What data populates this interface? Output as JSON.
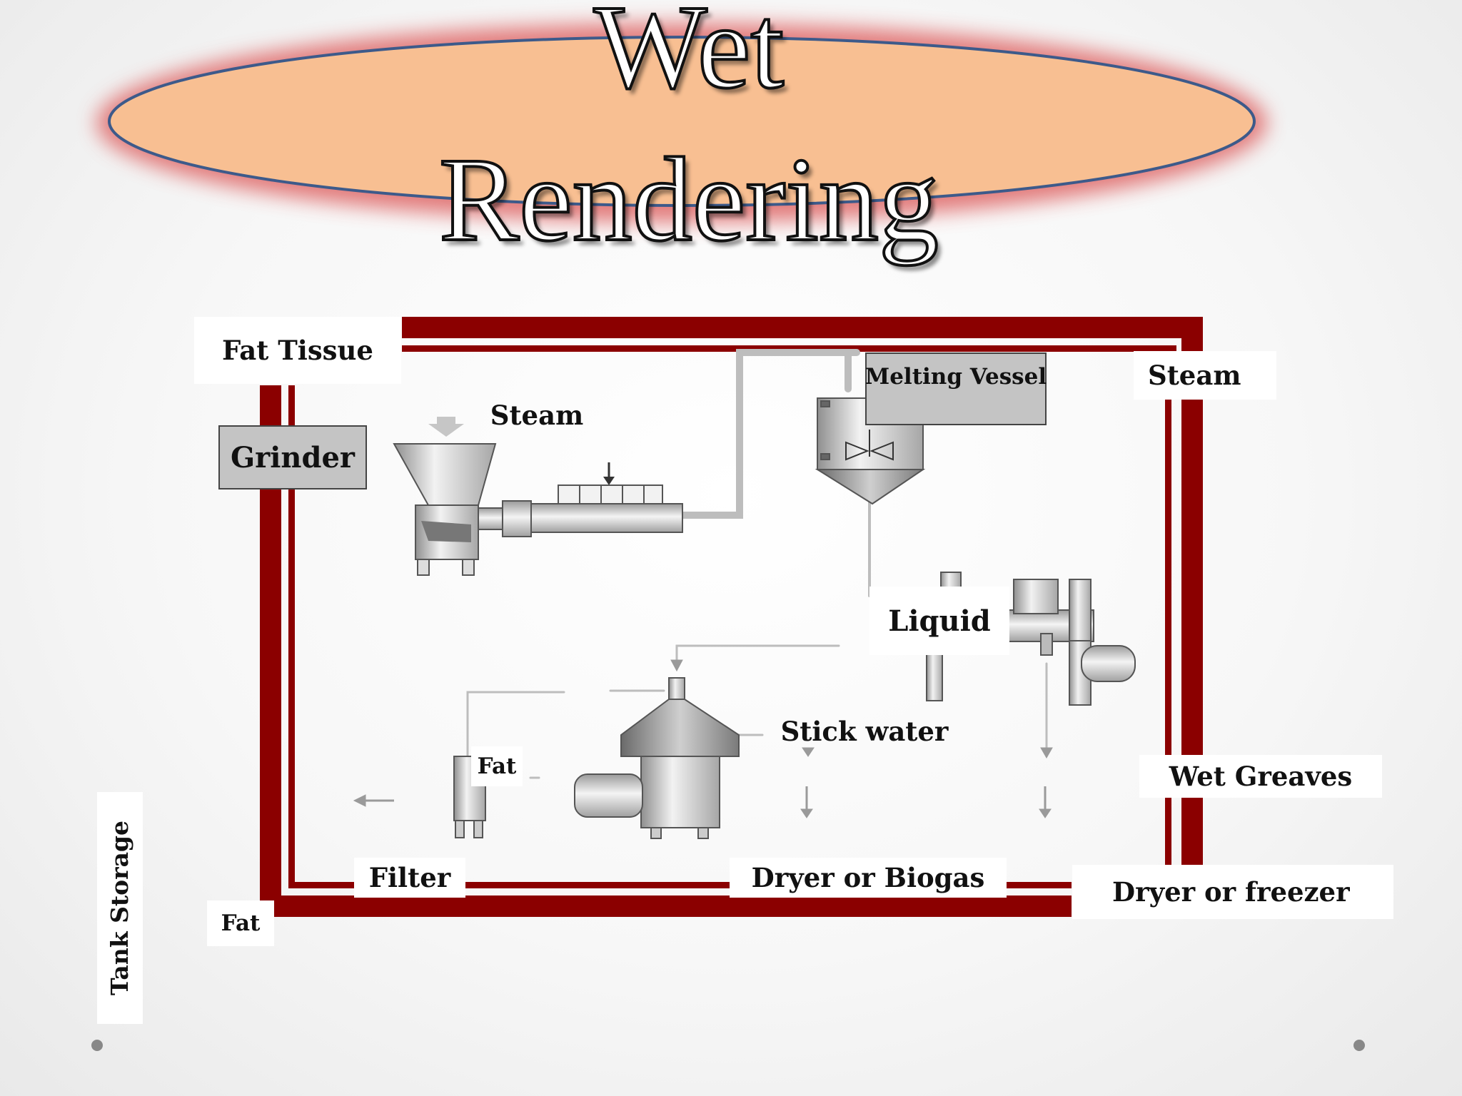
{
  "title": {
    "line1": "Wet",
    "line2": "Rendering"
  },
  "labels": {
    "fat_tissue": "Fat Tissue",
    "grinder": "Grinder",
    "steam_top": "Steam",
    "melting_vessel": "Melting Vessel",
    "steam_right": "Steam",
    "liquid": "Liquid",
    "stick_water": "Stick water",
    "fat_separator": "Fat",
    "wet_greaves": "Wet Greaves",
    "filter": "Filter",
    "dryer_biogas": "Dryer or Biogas",
    "dryer_freezer": "Dryer or freezer",
    "fat_tank": "Fat",
    "tank_storage": "Tank Storage"
  },
  "colors": {
    "frame_red": "#8b0000",
    "ellipse_fill": "#f8bf92",
    "ellipse_stroke": "#3d5a8a",
    "ellipse_glow": "#e07070",
    "label_box_gray": "#c4c4c4"
  }
}
